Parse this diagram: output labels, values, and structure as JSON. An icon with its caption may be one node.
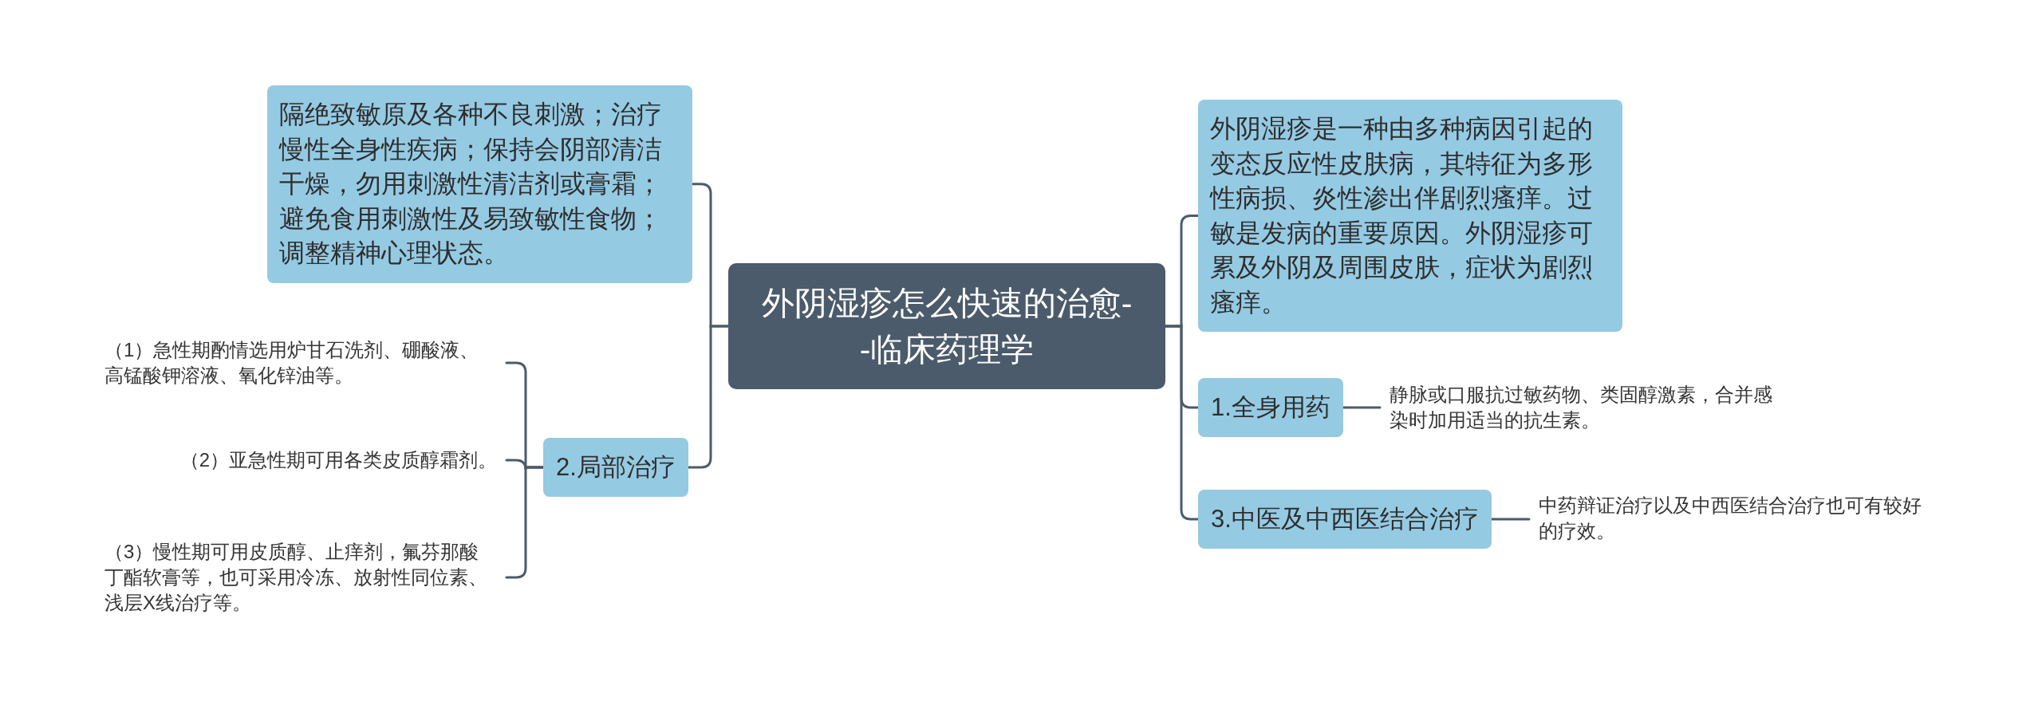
{
  "diagram": {
    "nodes": [
      {
        "text": [
          "外阴湿疹怎么快速的治愈--临床药理学"
        ]
      },
      {
        "text": [
          "隔绝致敏原及各种不良刺激；治疗慢性全身性疾病；保持会阴部清洁干燥，勿用刺激性清洁剂或膏霜；避免食用刺激性及易致敏性食物；调整精神心理状态。"
        ]
      },
      {
        "text": [
          "2.局部治疗"
        ]
      },
      {
        "text": [
          "（1）急性期酌情选用炉甘石洗剂、硼酸液、高锰酸钾溶液、氧化锌油等。"
        ]
      },
      {
        "text": [
          "（2）亚急性期可用各类皮质醇霜剂。"
        ]
      },
      {
        "text": [
          "（3）慢性期可用皮质醇、止痒剂，氟芬那酸丁酯软膏等，也可采用冷冻、放射性同位素、浅层X线治疗等。"
        ]
      },
      {
        "text": [
          "外阴湿疹是一种由多种病因引起的变态反应性皮肤病，其特征为多形性病损、炎性渗出伴剧烈瘙痒。过敏是发病的重要原因。外阴湿疹可累及外阴及周围皮肤，症状为剧烈瘙痒。"
        ]
      },
      {
        "text": [
          "1.全身用药"
        ]
      },
      {
        "text": [
          "静脉或口服抗过敏药物、类固醇激素，合并感染时加用适当的抗生素。"
        ]
      },
      {
        "text": [
          "3.中医及中西医结合治疗"
        ]
      },
      {
        "text": [
          "中药辩证治疗以及中西医结合治疗也可有较好的疗效。"
        ]
      }
    ],
    "edges": [
      {
        "from": 0,
        "to": 1,
        "arrow": "none"
      },
      {
        "from": 0,
        "to": 2,
        "arrow": "none"
      },
      {
        "from": 2,
        "to": 3,
        "arrow": "none"
      },
      {
        "from": 2,
        "to": 4,
        "arrow": "none"
      },
      {
        "from": 2,
        "to": 5,
        "arrow": "none"
      },
      {
        "from": 0,
        "to": 6,
        "arrow": "none"
      },
      {
        "from": 0,
        "to": 7,
        "arrow": "none"
      },
      {
        "from": 7,
        "to": 8,
        "arrow": "none"
      },
      {
        "from": 0,
        "to": 9,
        "arrow": "none"
      },
      {
        "from": 9,
        "to": 10,
        "arrow": "none"
      }
    ]
  }
}
